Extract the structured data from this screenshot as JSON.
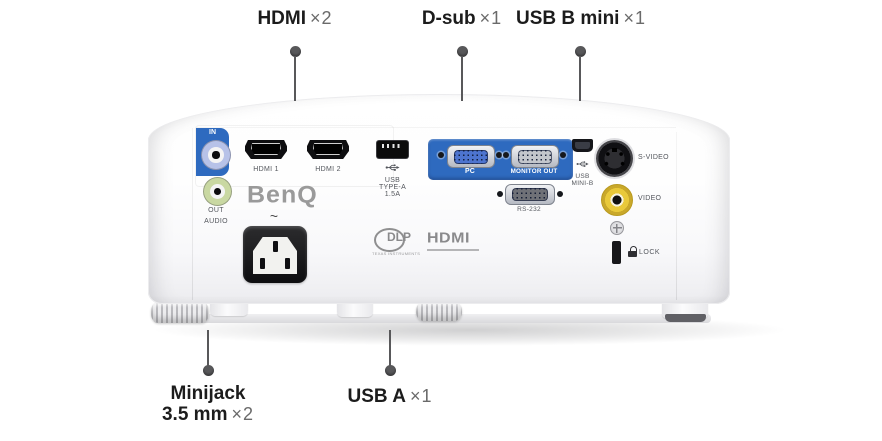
{
  "callouts": {
    "top": [
      {
        "name": "HDMI",
        "count": "×2"
      },
      {
        "name": "D-sub",
        "count": "×1"
      },
      {
        "name": "USB B mini",
        "count": "×1"
      }
    ],
    "bottom": [
      {
        "name": "Minijack",
        "name_line2": "3.5 mm",
        "count": "×2"
      },
      {
        "name": "USB A",
        "count": "×1"
      }
    ]
  },
  "projector": {
    "brand_logo": "BenQ",
    "audio_panel": {
      "in": "IN",
      "out": "OUT",
      "group": "AUDIO"
    },
    "hdmi_ports": [
      "HDMI 1",
      "HDMI 2"
    ],
    "usb_type_a": {
      "usb": "USB",
      "type": "TYPE-A",
      "current": "1.5A"
    },
    "vga_panel": {
      "pc": "PC",
      "monitor_out": "MONITOR OUT"
    },
    "usb_mini_b": {
      "usb": "USB",
      "type": "MINI-B"
    },
    "svideo_label": "S-VIDEO",
    "video_label": "VIDEO",
    "rs232_label": "RS-232",
    "lock_label": "LOCK",
    "power_symbol": "~",
    "dlp_logo": {
      "text": "DLP",
      "sub": "TEXAS INSTRUMENTS"
    },
    "hdmi_logo": "HDMI"
  },
  "colors": {
    "panel_blue": "#2e6abf",
    "video_yellow": "#e9c93a",
    "audio_in_ring": "#b7c2e8",
    "audio_out_ring": "#c9d8a2",
    "text_dark": "#1c1c1c",
    "text_light": "#6a6a6a",
    "port_label": "#53565c",
    "logo_gray": "#9a9a9a",
    "leader": "#58585a"
  }
}
